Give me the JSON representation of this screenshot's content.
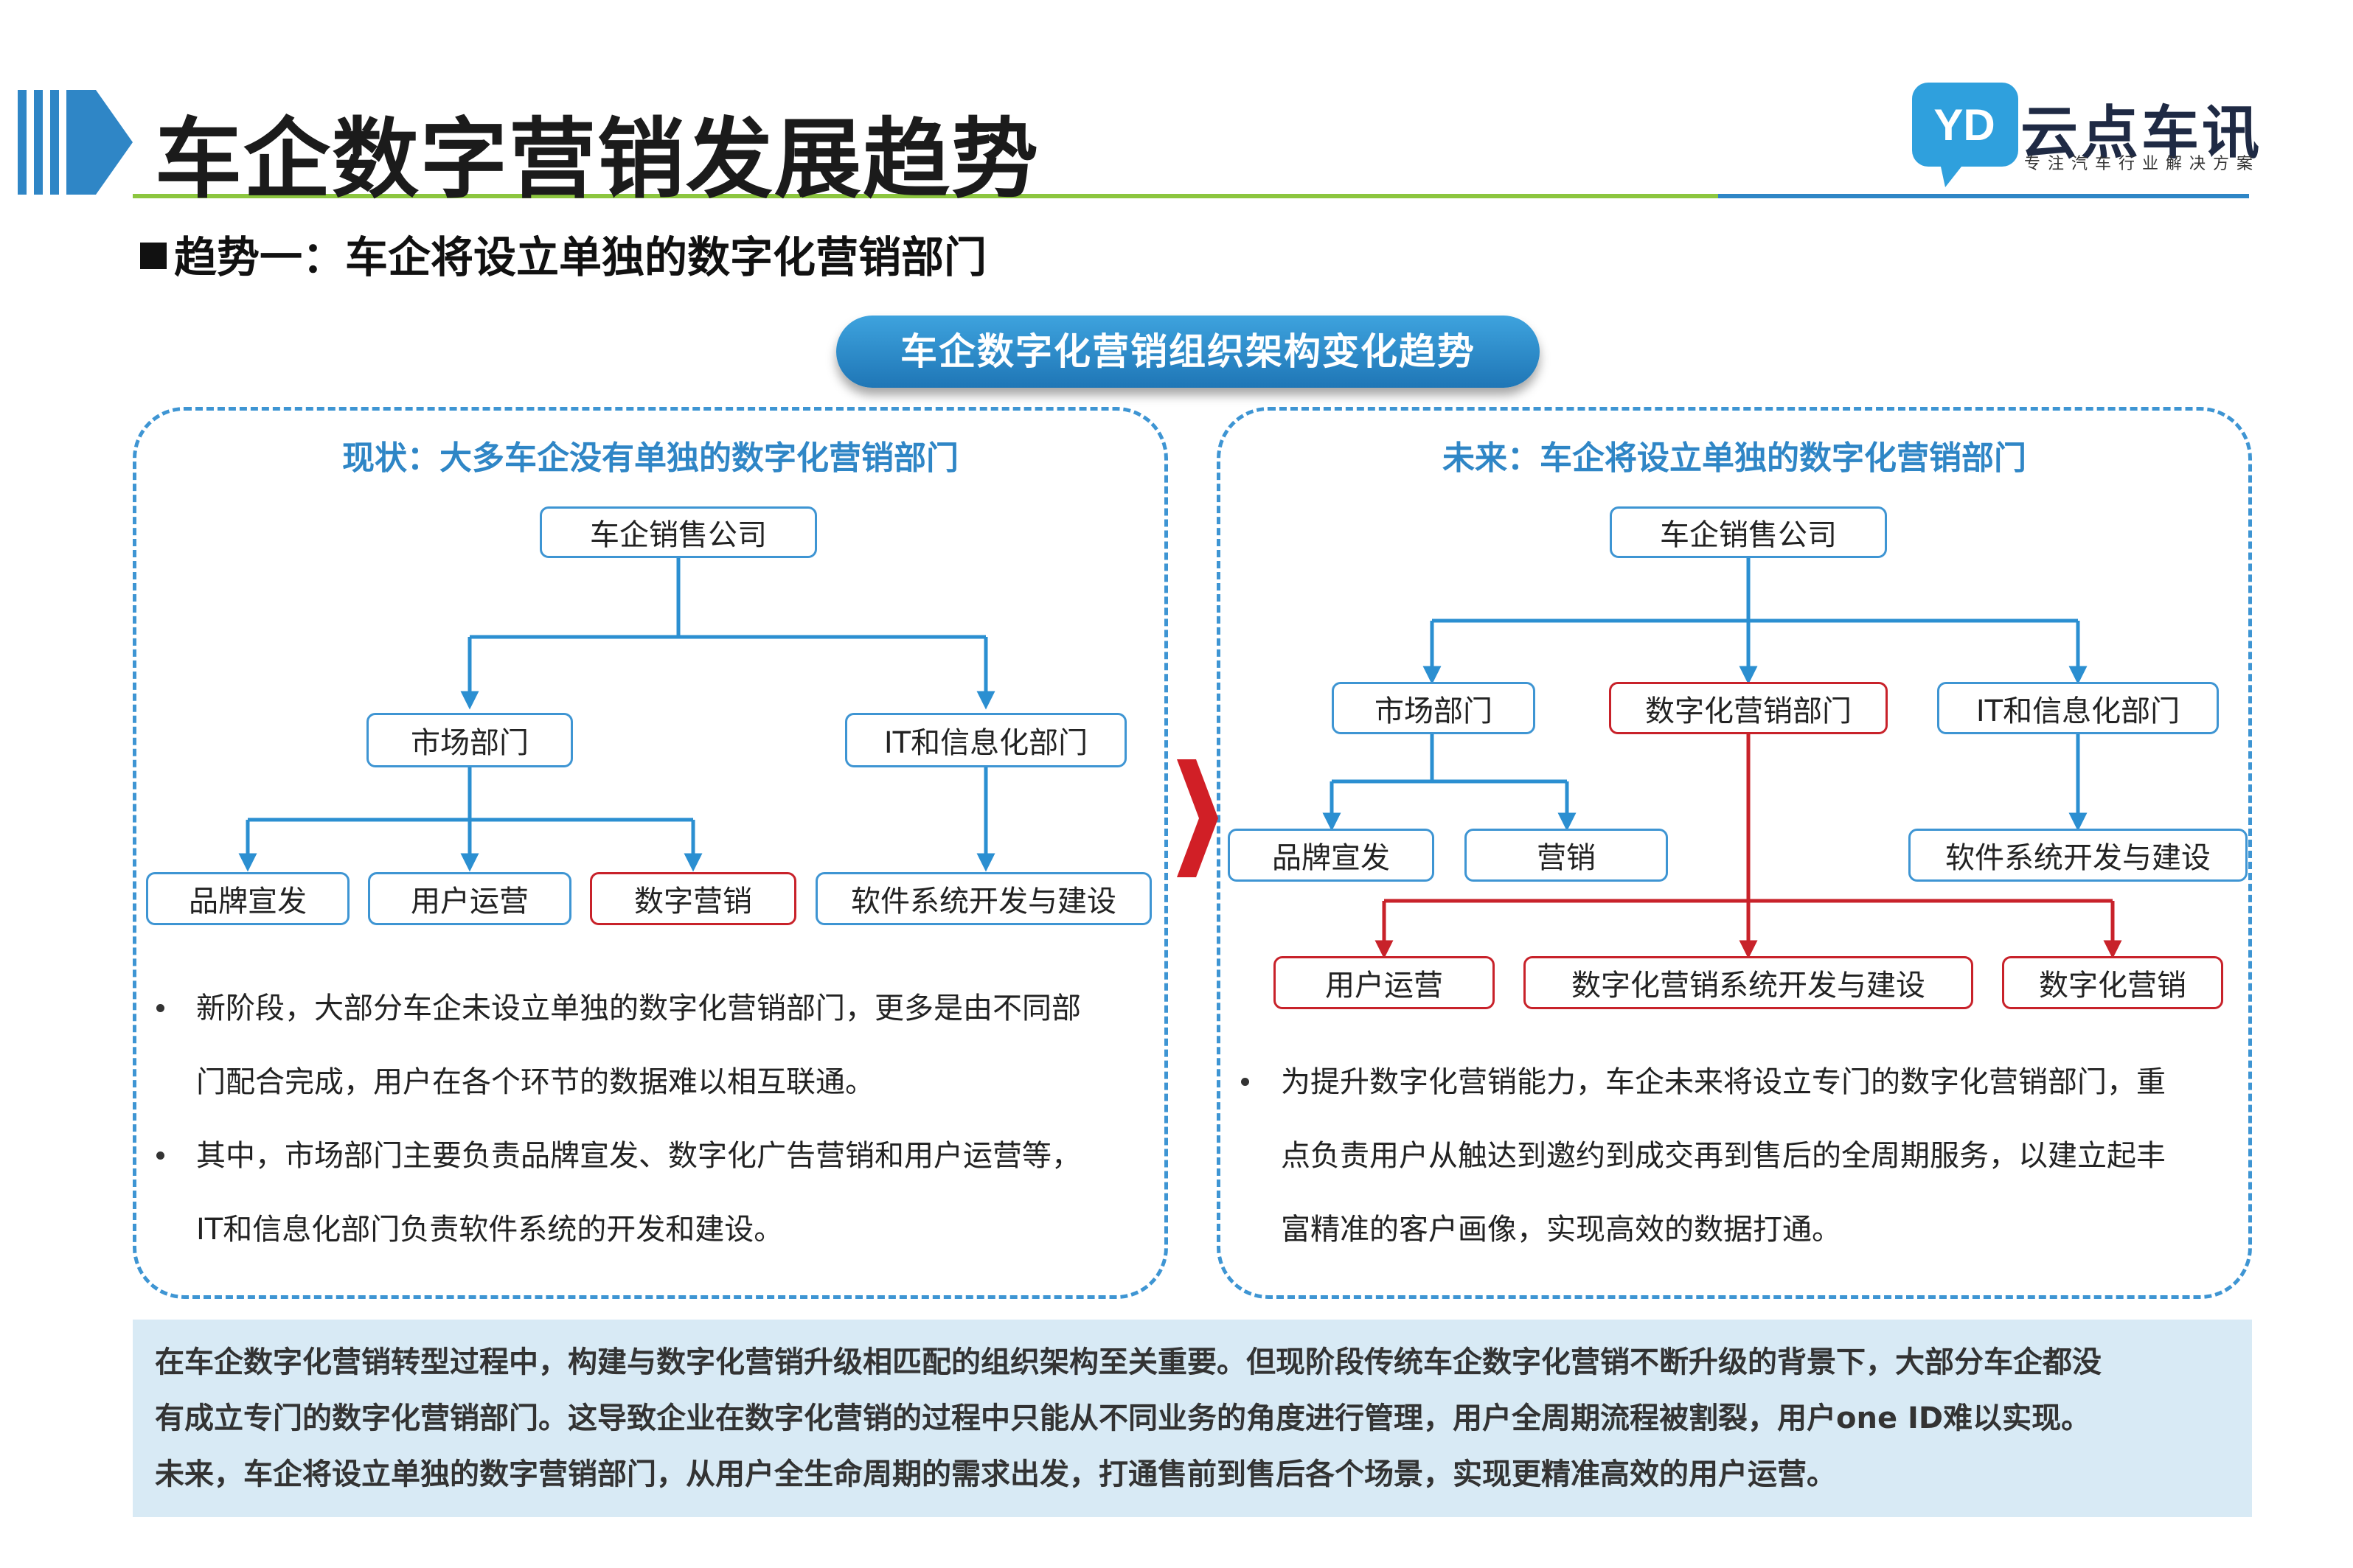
{
  "header": {
    "title": "车企数字营销发展趋势",
    "subtitle": "趋势一：车企将设立单独的数字化营销部门",
    "logo_name": "云点车讯",
    "logo_slogan": "专注汽车行业解决方案",
    "logo_mark": "YD",
    "accent_color": "#2f86c6",
    "underline_color": "#8cc63f"
  },
  "banner": "车企数字化营销组织架构变化趋势",
  "left_panel": {
    "title": "现状：大多车企没有单独的数字化营销部门",
    "root": "车企销售公司",
    "dept_market": "市场部门",
    "dept_it": "IT和信息化部门",
    "leaf_brand": "品牌宣发",
    "leaf_user_ops": "用户运营",
    "leaf_digital": "数字营销",
    "leaf_software": "软件系统开发与建设",
    "bullets": [
      [
        "新阶段，大部分车企未设立单独的数字化营销部门，更多是由不同部",
        "门配合完成，用户在各个环节的数据难以相互联通。"
      ],
      [
        "其中，市场部门主要负责品牌宣发、数字化广告营销和用户运营等，",
        "IT和信息化部门负责软件系统的开发和建设。"
      ]
    ]
  },
  "right_panel": {
    "title": "未来：车企将设立单独的数字化营销部门",
    "root": "车企销售公司",
    "dept_market": "市场部门",
    "dept_digital": "数字化营销部门",
    "dept_it": "IT和信息化部门",
    "leaf_brand": "品牌宣发",
    "leaf_marketing": "营销",
    "leaf_software": "软件系统开发与建设",
    "leaf_user_ops": "用户运营",
    "leaf_digital_sys": "数字化营销系统开发与建设",
    "leaf_digital": "数字化营销",
    "bullets": [
      [
        "为提升数字化营销能力，车企未来将设立专门的数字化营销部门，重",
        "点负责用户从触达到邀约到成交再到售后的全周期服务，以建立起丰",
        "富精准的客户画像，实现高效的数据打通。"
      ]
    ]
  },
  "summary": [
    "在车企数字化营销转型过程中，构建与数字化营销升级相匹配的组织架构至关重要。但现阶段传统车企数字化营销不断升级的背景下，大部分车企都没",
    "有成立专门的数字化营销部门。这导致企业在数字化营销的过程中只能从不同业务的角度进行管理，用户全周期流程被割裂，用户one ID难以实现。",
    "未来，车企将设立单独的数字营销部门，从用户全生命周期的需求出发，打通售前到售后各个场景，实现更精准高效的用户运营。"
  ],
  "colors": {
    "blue_line": "#2b8fd1",
    "red_line": "#c8222a",
    "summary_bg": "#d8eaf5"
  }
}
